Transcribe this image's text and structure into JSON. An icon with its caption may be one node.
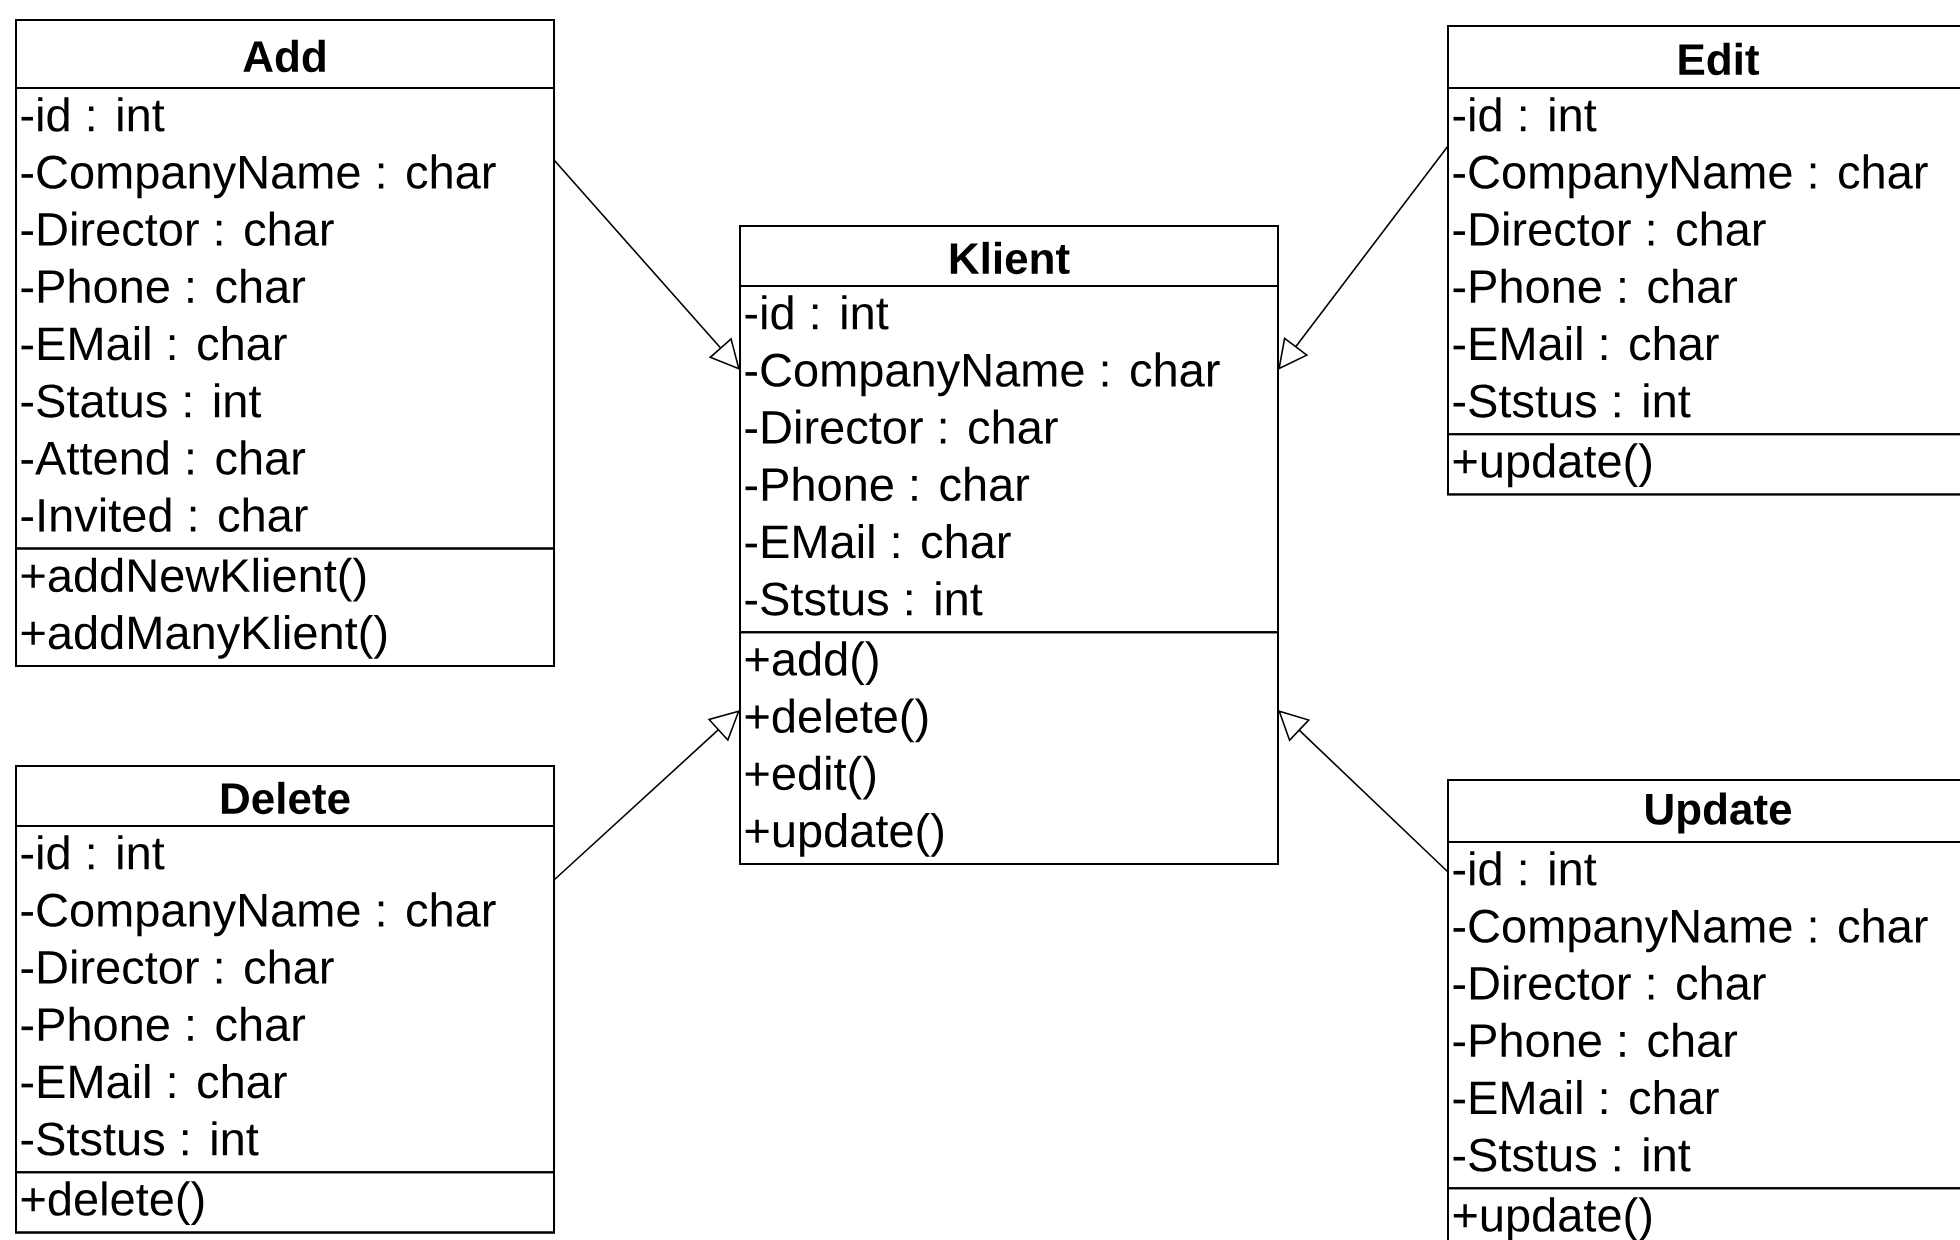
{
  "diagram": {
    "nodes": [
      {
        "text": [
          "Add"
        ]
      },
      {
        "text": [
          "-id : int",
          "-CompanyName : char",
          "-Director : char",
          "-Phone : char",
          "-EMail : char",
          "-Status : int",
          "-Attend : char",
          "-Invited : char"
        ],
        "in": 0
      },
      {
        "text": [
          "+addNewKlient()",
          "+addManyKlient()"
        ],
        "in": 0
      },
      {
        "text": [
          "Klient"
        ]
      },
      {
        "text": [
          "-id : int",
          "-CompanyName : char",
          "-Director : char",
          "-Phone : char",
          "-EMail : char",
          "-Ststus : int"
        ],
        "in": 3
      },
      {
        "text": [
          "+add()",
          "+delete()",
          "+edit()",
          "+update()"
        ],
        "in": 3
      },
      {
        "text": [
          "Edit"
        ]
      },
      {
        "text": [
          "-id : int",
          "-CompanyName : char",
          "-Director : char",
          "-Phone : char",
          "-EMail : char",
          "-Ststus : int"
        ],
        "in": 6
      },
      {
        "text": [
          "+update()"
        ],
        "in": 6
      },
      {
        "text": [
          "Delete"
        ]
      },
      {
        "text": [
          "-id : int",
          "-CompanyName : char",
          "-Director : char",
          "-Phone : char",
          "-EMail : char",
          "-Ststus : int"
        ],
        "in": 9
      },
      {
        "text": [
          "+delete()"
        ],
        "in": 9
      },
      {
        "text": [
          "Update"
        ]
      },
      {
        "text": [
          "-id : int",
          "-CompanyName : char",
          "-Director : char",
          "-Phone : char",
          "-EMail : char",
          "-Ststus : int"
        ],
        "in": 12
      },
      {
        "text": [
          "+update()"
        ],
        "in": 12
      }
    ],
    "edges": [
      {
        "from": 0,
        "to": 3,
        "arrow": "to"
      },
      {
        "from": 6,
        "to": 3,
        "arrow": "to"
      },
      {
        "from": 9,
        "to": 3,
        "arrow": "to"
      },
      {
        "from": 12,
        "to": 3,
        "arrow": "to"
      }
    ]
  }
}
